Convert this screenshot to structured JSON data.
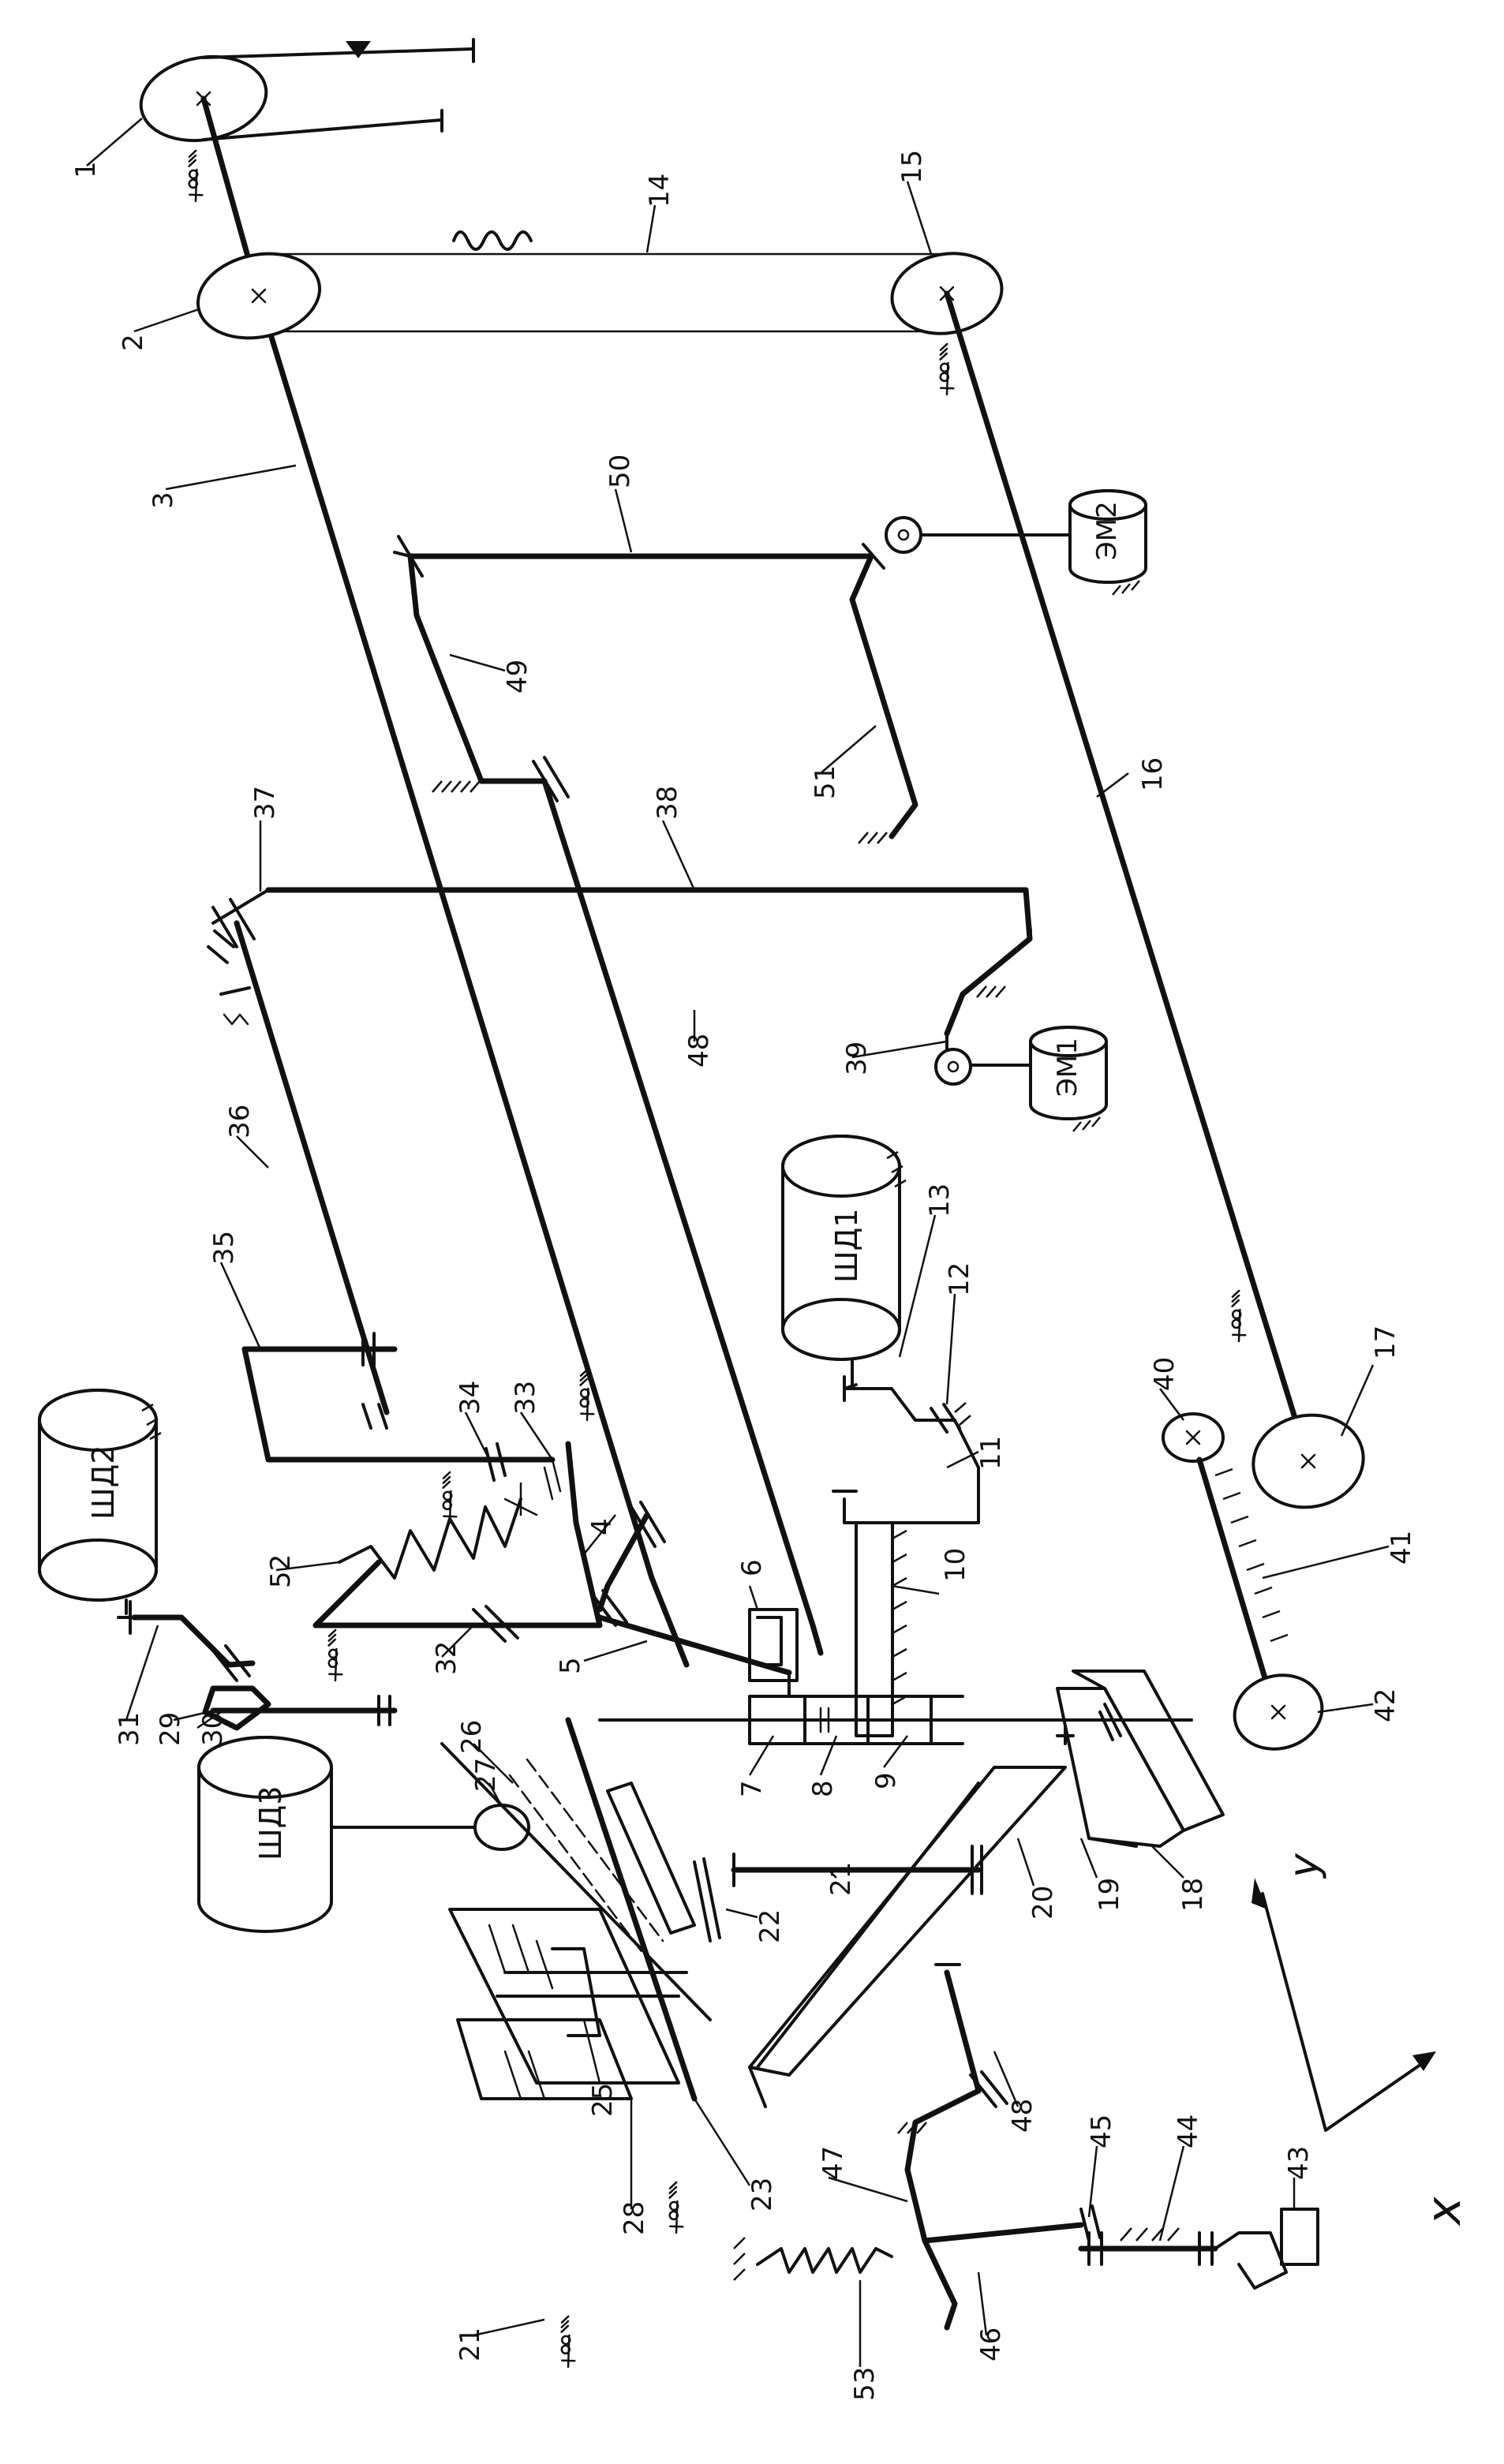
{
  "labels": {
    "n1": "1",
    "n2": "2",
    "n3": "3",
    "n4": "4",
    "n5": "5",
    "n6": "6",
    "n7": "7",
    "n8": "8",
    "n9": "9",
    "n10": "10",
    "n11": "11",
    "n12": "12",
    "n13": "13",
    "n14": "14",
    "n15": "15",
    "n16": "16",
    "n17": "17",
    "n18": "18",
    "n19": "19",
    "n20": "20",
    "n21": "21",
    "n21b": "21",
    "n22": "22",
    "n23": "23",
    "n25": "25",
    "n26": "26",
    "n27": "27",
    "n28": "28",
    "n29": "29",
    "n30": "30",
    "n31": "31",
    "n32": "32",
    "n33": "33",
    "n34": "34",
    "n35": "35",
    "n36": "36",
    "n37": "37",
    "n38": "38",
    "n39": "39",
    "n40": "40",
    "n41": "41",
    "n42": "42",
    "n43": "43",
    "n44": "44",
    "n45": "45",
    "n46": "46",
    "n47": "47",
    "n48": "48",
    "n48b": "48",
    "n49": "49",
    "n50": "50",
    "n51": "51",
    "n52": "52",
    "n53": "53"
  },
  "devices": {
    "sd1": "ШД1",
    "sd2": "ШД2",
    "sd3": "ШД3",
    "em1": "ЭМ1",
    "em2": "ЭМ2"
  },
  "axes": {
    "x": "x",
    "y": "y"
  },
  "colors": {
    "ink": "#111111",
    "paper": "#ffffff"
  }
}
